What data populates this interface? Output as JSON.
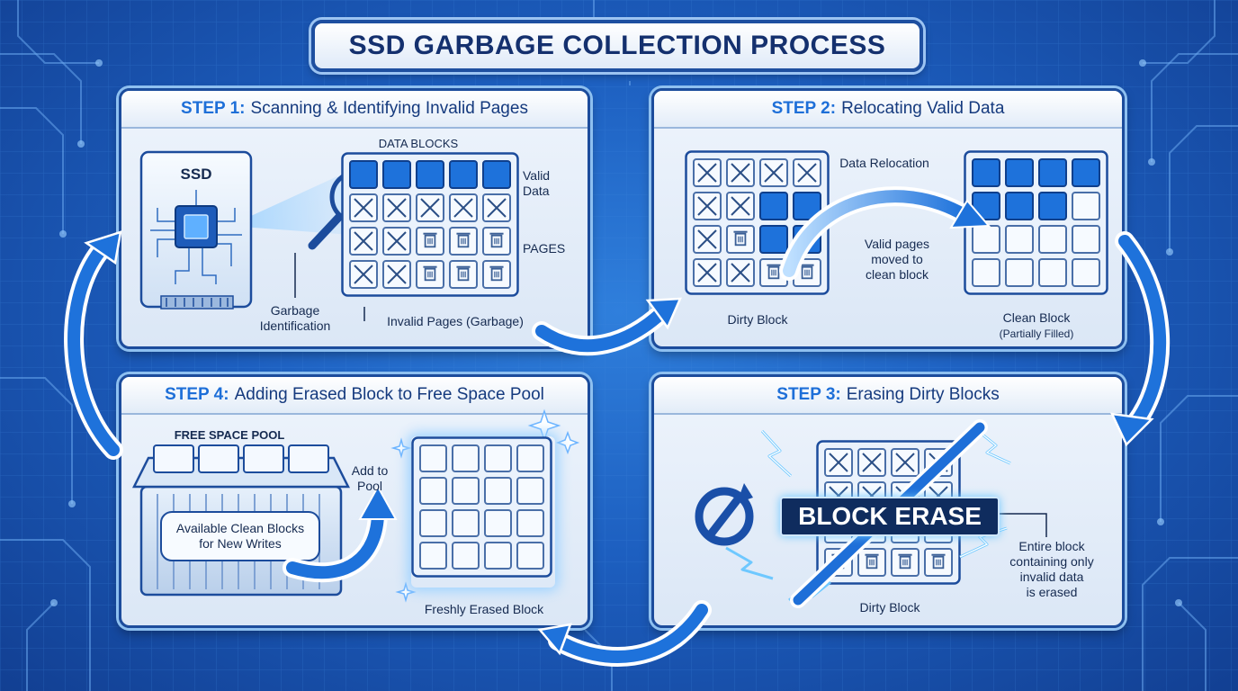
{
  "title": "SSD GARBAGE COLLECTION PROCESS",
  "step1": {
    "step_num": "STEP 1:",
    "title": "Scanning & Identifying Invalid Pages",
    "ssd_label": "SSD",
    "data_blocks_label": "DATA BLOCKS",
    "valid_data_label": "Valid\nData",
    "pages_label": "PAGES",
    "garbage_id_label": "Garbage\nIdentification",
    "invalid_pages_label": "Invalid Pages (Garbage)"
  },
  "step2": {
    "step_num": "STEP 2:",
    "title": "Relocating Valid Data",
    "relocation_label": "Data Relocation",
    "moved_label": "Valid pages\nmoved to\nclean block",
    "dirty_block_label": "Dirty Block",
    "clean_block_label": "Clean Block",
    "partially_filled_label": "(Partially Filled)"
  },
  "step3": {
    "step_num": "STEP 3:",
    "title": "Erasing Dirty Blocks",
    "erase_label": "BLOCK ERASE",
    "erase_note": "Entire block\ncontaining only\ninvalid data\nis erased",
    "dirty_block_label": "Dirty Block"
  },
  "step4": {
    "step_num": "STEP 4:",
    "title": "Adding Erased Block to Free Space Pool",
    "pool_label": "FREE SPACE POOL",
    "pool_text": "Available Clean Blocks\nfor New Writes",
    "add_label": "Add to\nPool",
    "fresh_label": "Freshly Erased Block"
  },
  "grids": {
    "step1_data_blocks": [
      [
        "V",
        "V",
        "V",
        "V",
        "V"
      ],
      [
        "X",
        "X",
        "X",
        "X",
        "X"
      ],
      [
        "X",
        "X",
        "T",
        "T",
        "T"
      ],
      [
        "X",
        "X",
        "T",
        "T",
        "T"
      ]
    ],
    "step2_dirty_block": [
      [
        "X",
        "X",
        "X",
        "X"
      ],
      [
        "X",
        "X",
        "V",
        "V"
      ],
      [
        "X",
        "T",
        "V",
        "V"
      ],
      [
        "X",
        "X",
        "T",
        "T"
      ]
    ],
    "step2_clean_block": [
      [
        "V",
        "V",
        "V",
        "V"
      ],
      [
        "V",
        "V",
        "V",
        "E"
      ],
      [
        "E",
        "E",
        "E",
        "E"
      ],
      [
        "E",
        "E",
        "E",
        "E"
      ]
    ],
    "step3_dirty_block": [
      [
        "X",
        "X",
        "X",
        "X"
      ],
      [
        "X",
        "X",
        "X",
        "X"
      ],
      [
        "T",
        "T",
        "T",
        "T"
      ],
      [
        "T",
        "T",
        "T",
        "T"
      ]
    ],
    "step4_fresh_block": [
      [
        "E",
        "E",
        "E",
        "E"
      ],
      [
        "E",
        "E",
        "E",
        "E"
      ],
      [
        "E",
        "E",
        "E",
        "E"
      ],
      [
        "E",
        "E",
        "E",
        "E"
      ]
    ]
  },
  "colors": {
    "valid_page": "#1e72db",
    "panel_border": "#1c4c9c",
    "accent": "#1e6fd8",
    "background": "#1d5fc0"
  },
  "legend_codes": {
    "V": "valid page",
    "X": "invalid page",
    "T": "trash icon page",
    "E": "empty page"
  }
}
